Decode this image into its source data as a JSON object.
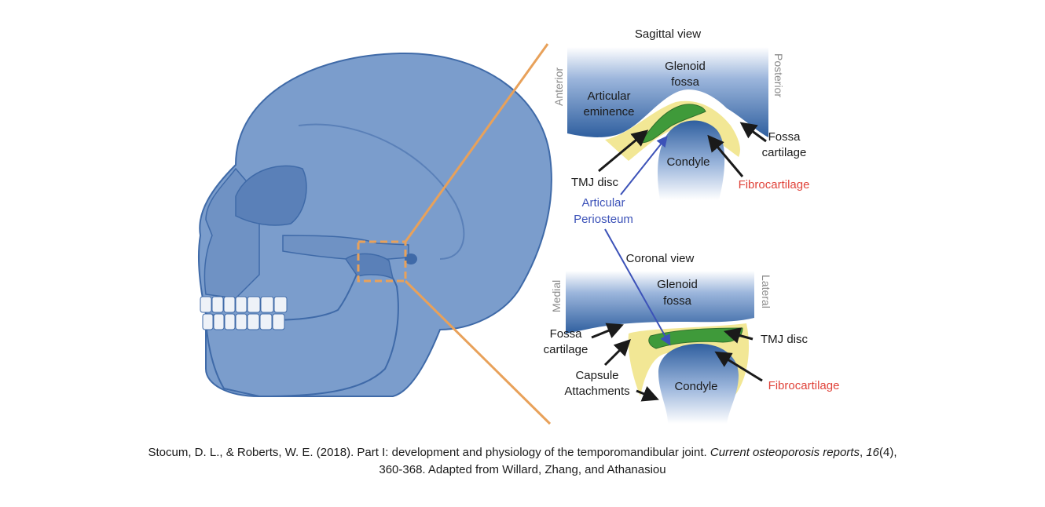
{
  "sagittal": {
    "title": "Sagittal view",
    "anterior": "Anterior",
    "posterior": "Posterior",
    "articular_eminence": [
      "Articular",
      "eminence"
    ],
    "glenoid_fossa": [
      "Glenoid",
      "fossa"
    ],
    "fossa_cartilage": [
      "Fossa",
      "cartilage"
    ],
    "condyle": "Condyle",
    "tmj_disc": "TMJ disc",
    "fibrocartilage": "Fibrocartilage",
    "articular_periosteum": [
      "Articular",
      "Periosteum"
    ]
  },
  "coronal": {
    "title": "Coronal view",
    "medial": "Medial",
    "lateral": "Lateral",
    "glenoid_fossa": [
      "Glenoid",
      "fossa"
    ],
    "fossa_cartilage": [
      "Fossa",
      "cartilage"
    ],
    "tmj_disc": "TMJ disc",
    "capsule_attachments": [
      "Capsule",
      "Attachments"
    ],
    "condyle": "Condyle",
    "fibrocartilage": "Fibrocartilage"
  },
  "colors": {
    "bone": "#7b9dcc",
    "bone_dark": "#3f6aa8",
    "disc": "#3f9a3a",
    "fibrocartilage": "#f1e48a",
    "callout_line": "#e8a15a",
    "periosteum_arrow": "#3c52b8",
    "fibro_label": "#e0433a"
  },
  "citation": {
    "part1": "Stocum, D. L., & Roberts, W. E. (2018). Part I: development and physiology of the temporomandibular joint. ",
    "journal": "Current osteoporosis reports",
    "part2": ", ",
    "volume": "16",
    "part3": "(4),",
    "line2": "360-368. Adapted from Willard, Zhang, and Athanasiou"
  }
}
